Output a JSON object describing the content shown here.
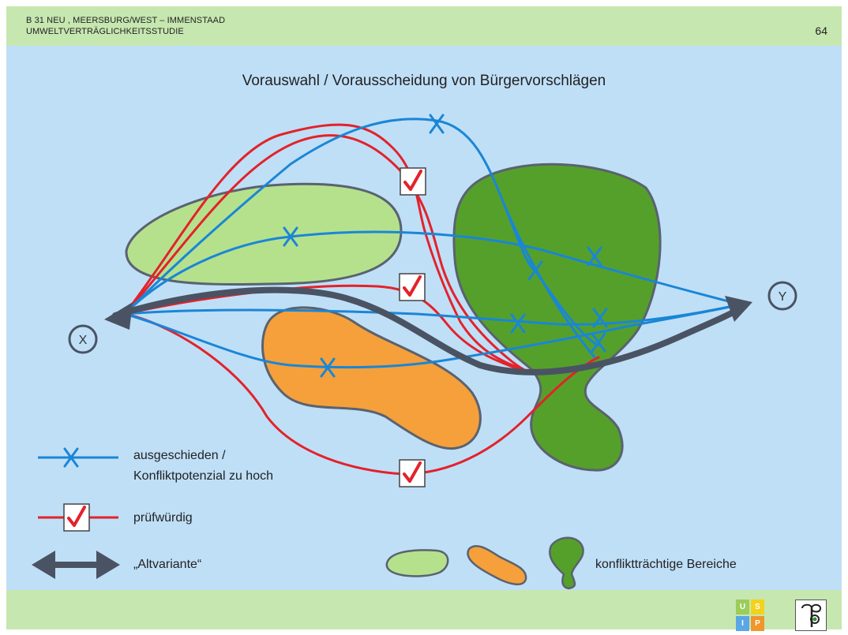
{
  "header": {
    "line1": "B 31 NEU , MEERSBURG/WEST  – IMMENSTAAD",
    "line2": "UMWELTVERTRÄGLICHKEITSSTUDIE",
    "page_number": "64"
  },
  "title": "Vorauswahl / Vorausscheidung  von Bürgervorschlägen",
  "nodes": {
    "start": "X",
    "end": "Y"
  },
  "legend": {
    "eliminated_line1": "ausgeschieden /",
    "eliminated_line2": "Konfliktpotenzial zu hoch",
    "worth_checking": "prüfwürdig",
    "old_variant": "„Altvariante“",
    "conflict_areas": "konfliktträchtige Bereiche"
  },
  "colors": {
    "eliminated_route": "#1a86d6",
    "checked_route": "#e3222a",
    "old_variant": "#4a5363",
    "light_green_area": "#b5e18d",
    "orange_area": "#f5a03a",
    "dark_green_area": "#55a02b",
    "background": "#bfdff7",
    "bands": "#c6e7b0"
  },
  "logos": {
    "usip": [
      "U",
      "S",
      "I",
      "P"
    ]
  }
}
